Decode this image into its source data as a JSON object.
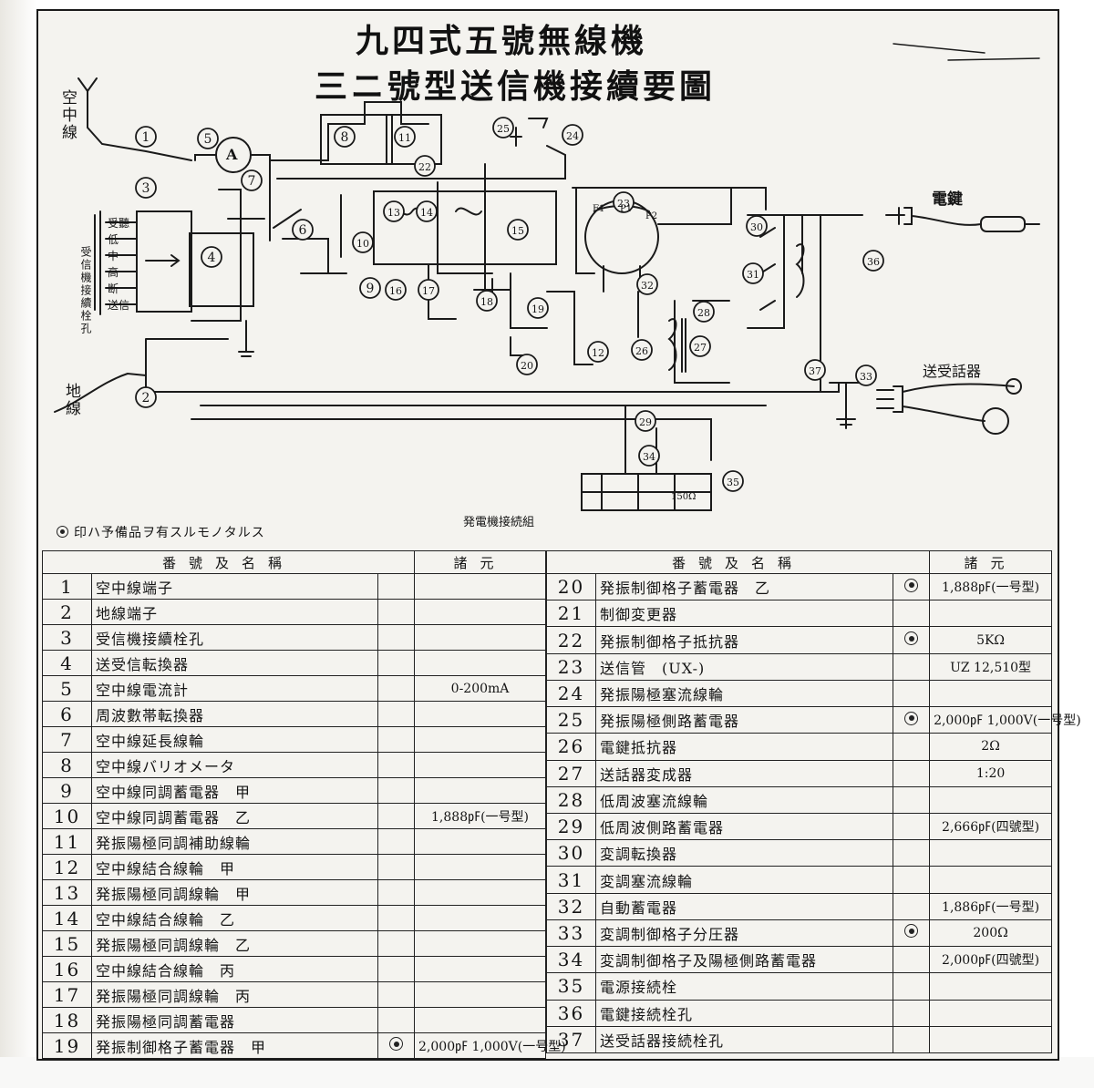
{
  "title": {
    "line1": "九四式五號無線機",
    "line2": "三ニ號型送信機接續要圖"
  },
  "diagram": {
    "antenna_label": "空中線",
    "ground_label": "地線",
    "key_label": "電鍵",
    "handset_label": "送受話器",
    "generator_label": "発電機接続組",
    "receiver_socket_label": "受信機接續栓孔",
    "switch_positions": [
      "受聽",
      "低",
      "中",
      "高",
      "断",
      "送信"
    ],
    "tube_pins": [
      "F1",
      "P1",
      "P2"
    ],
    "resistor_label": "150Ω",
    "callouts": [
      "1",
      "2",
      "3",
      "4",
      "5",
      "6",
      "7",
      "8",
      "9",
      "10",
      "11",
      "12",
      "13",
      "14",
      "15",
      "16",
      "17",
      "18",
      "19",
      "20",
      "22",
      "23",
      "24",
      "25",
      "26",
      "27",
      "28",
      "29",
      "30",
      "31",
      "32",
      "33",
      "34",
      "35",
      "36",
      "37"
    ],
    "ammeter_symbol": "A"
  },
  "note": "印ハ予備品ヲ有スルモノタルス",
  "parts_table": {
    "headers": {
      "name": "番號及名稱",
      "spec": "諸元"
    },
    "left": [
      {
        "num": "1",
        "name": "空中線端子",
        "mark": false,
        "spec": ""
      },
      {
        "num": "2",
        "name": "地線端子",
        "mark": false,
        "spec": ""
      },
      {
        "num": "3",
        "name": "受信機接續栓孔",
        "mark": false,
        "spec": ""
      },
      {
        "num": "4",
        "name": "送受信転換器",
        "mark": false,
        "spec": ""
      },
      {
        "num": "5",
        "name": "空中線電流計",
        "mark": false,
        "spec": "0-200mA"
      },
      {
        "num": "6",
        "name": "周波數帯転換器",
        "mark": false,
        "spec": ""
      },
      {
        "num": "7",
        "name": "空中線延長線輪",
        "mark": false,
        "spec": ""
      },
      {
        "num": "8",
        "name": "空中線バリオメータ",
        "mark": false,
        "spec": ""
      },
      {
        "num": "9",
        "name": "空中線同調蓄電器　甲",
        "mark": false,
        "spec": ""
      },
      {
        "num": "10",
        "name": "空中線同調蓄電器　乙",
        "mark": false,
        "spec": "1,888㎊(一号型)"
      },
      {
        "num": "11",
        "name": "発振陽極同調補助線輪",
        "mark": false,
        "spec": ""
      },
      {
        "num": "12",
        "name": "空中線結合線輪　甲",
        "mark": false,
        "spec": ""
      },
      {
        "num": "13",
        "name": "発振陽極同調線輪　甲",
        "mark": false,
        "spec": ""
      },
      {
        "num": "14",
        "name": "空中線結合線輪　乙",
        "mark": false,
        "spec": ""
      },
      {
        "num": "15",
        "name": "発振陽極同調線輪　乙",
        "mark": false,
        "spec": ""
      },
      {
        "num": "16",
        "name": "空中線結合線輪　丙",
        "mark": false,
        "spec": ""
      },
      {
        "num": "17",
        "name": "発振陽極同調線輪　丙",
        "mark": false,
        "spec": ""
      },
      {
        "num": "18",
        "name": "発振陽極同調蓄電器",
        "mark": false,
        "spec": ""
      },
      {
        "num": "19",
        "name": "発振制御格子蓄電器　甲",
        "mark": true,
        "spec": "2,000㎊ 1,000V(一号型)"
      }
    ],
    "right": [
      {
        "num": "20",
        "name": "発振制御格子蓄電器　乙",
        "mark": true,
        "spec": "1,888㎊(一号型)"
      },
      {
        "num": "21",
        "name": "制御変更器",
        "mark": false,
        "spec": ""
      },
      {
        "num": "22",
        "name": "発振制御格子抵抗器",
        "mark": true,
        "spec": "5KΩ"
      },
      {
        "num": "23",
        "name": "送信管　(UX-)",
        "mark": false,
        "spec": "UZ 12,510型"
      },
      {
        "num": "24",
        "name": "発振陽極塞流線輪",
        "mark": false,
        "spec": ""
      },
      {
        "num": "25",
        "name": "発振陽極側路蓄電器",
        "mark": true,
        "spec": "2,000㎊ 1,000V(一号型)"
      },
      {
        "num": "26",
        "name": "電鍵抵抗器",
        "mark": false,
        "spec": "2Ω"
      },
      {
        "num": "27",
        "name": "送話器変成器",
        "mark": false,
        "spec": "1:20"
      },
      {
        "num": "28",
        "name": "低周波塞流線輪",
        "mark": false,
        "spec": ""
      },
      {
        "num": "29",
        "name": "低周波側路蓄電器",
        "mark": false,
        "spec": "2,666㎊(四號型)"
      },
      {
        "num": "30",
        "name": "変調転換器",
        "mark": false,
        "spec": ""
      },
      {
        "num": "31",
        "name": "変調塞流線輪",
        "mark": false,
        "spec": ""
      },
      {
        "num": "32",
        "name": "自動蓄電器",
        "mark": false,
        "spec": "1,886㎊(一号型)"
      },
      {
        "num": "33",
        "name": "変調制御格子分圧器",
        "mark": true,
        "spec": "200Ω"
      },
      {
        "num": "34",
        "name": "変調制御格子及陽極側路蓄電器",
        "mark": false,
        "spec": "2,000㎊(四號型)"
      },
      {
        "num": "35",
        "name": "電源接続栓",
        "mark": false,
        "spec": ""
      },
      {
        "num": "36",
        "name": "電鍵接続栓孔",
        "mark": false,
        "spec": ""
      },
      {
        "num": "37",
        "name": "送受話器接続栓孔",
        "mark": false,
        "spec": ""
      }
    ]
  }
}
